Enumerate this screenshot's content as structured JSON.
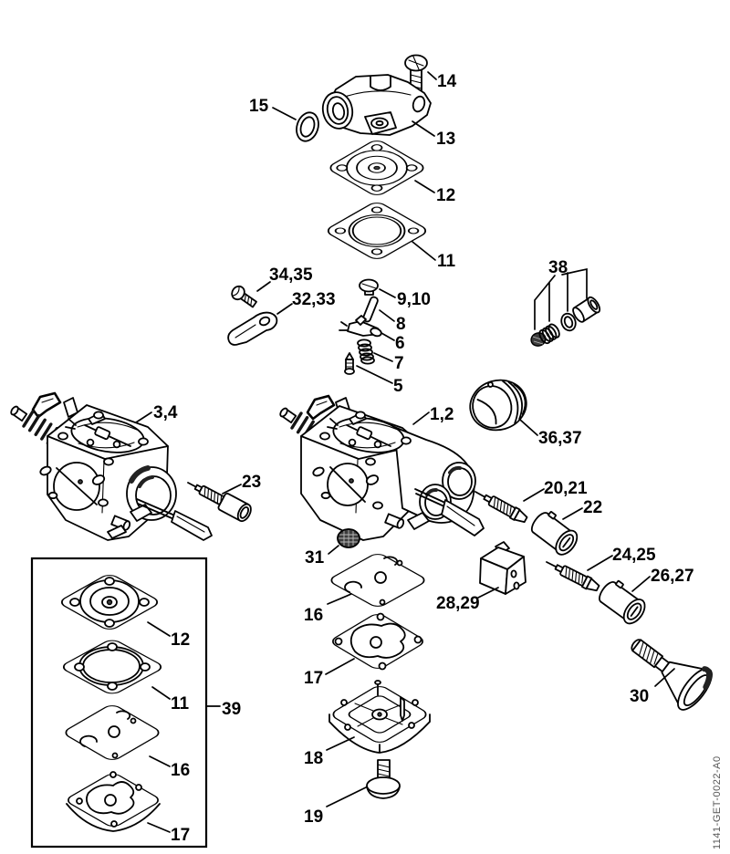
{
  "callouts": {
    "c14": "14",
    "c15": "15",
    "c13": "13",
    "c12": "12",
    "c11": "11",
    "c34_35": "34,35",
    "c32_33": "32,33",
    "c9_10": "9,10",
    "c8": "8",
    "c6": "6",
    "c7": "7",
    "c5": "5",
    "c38": "38",
    "c3_4": "3,4",
    "c23": "23",
    "c1_2": "1,2",
    "c36_37": "36,37",
    "c31": "31",
    "c20_21": "20,21",
    "c22": "22",
    "c24_25": "24,25",
    "c26_27": "26,27",
    "c28_29": "28,29",
    "c30": "30",
    "c16": "16",
    "c17": "17",
    "c18": "18",
    "c19": "19",
    "c39": "39",
    "box_12": "12",
    "box_11": "11",
    "box_16": "16",
    "box_17": "17"
  },
  "footer": {
    "doc_code": "1141-GET-0022-A0"
  }
}
